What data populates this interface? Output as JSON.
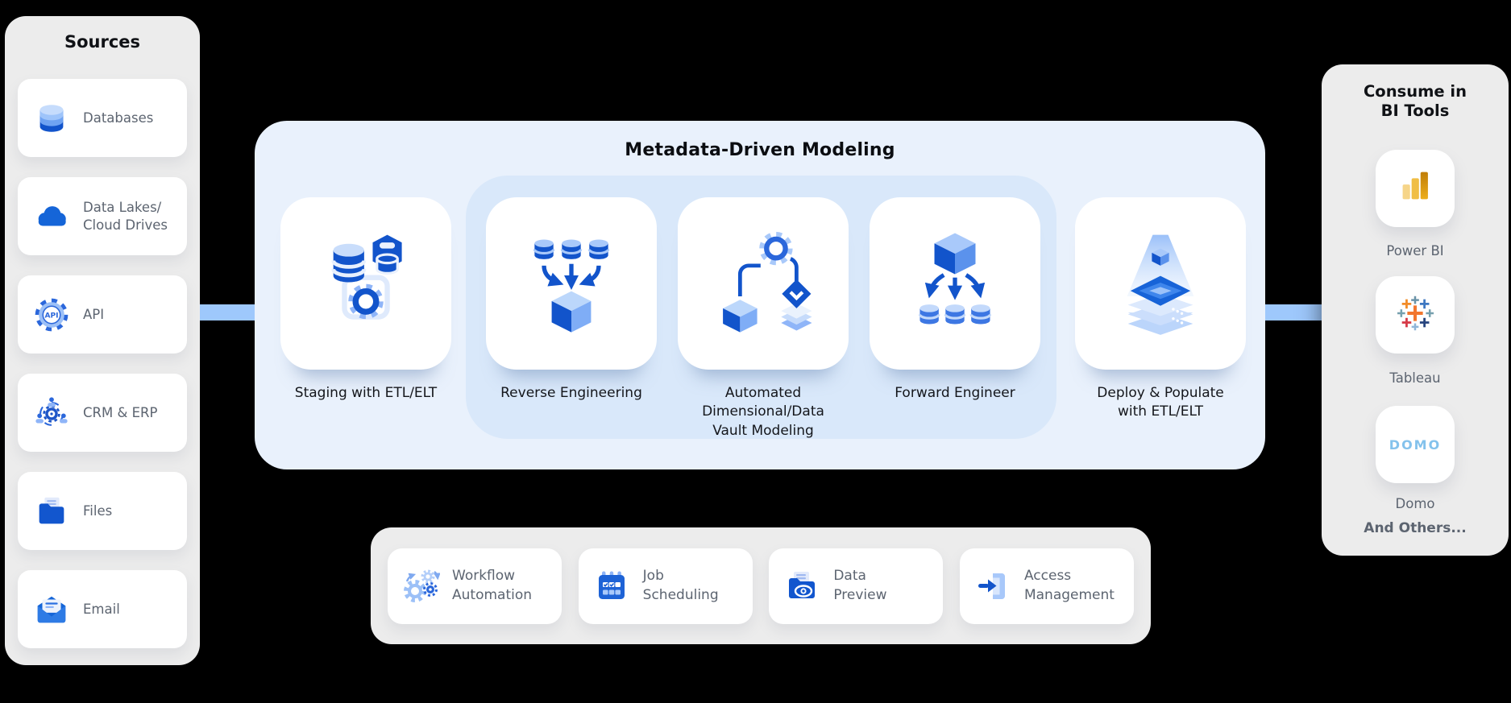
{
  "colors": {
    "background": "#000000",
    "panel_gray": "#ECECEC",
    "card_white": "#FFFFFF",
    "panel_blue": "#E9F1FC",
    "panel_blue_inner": "#D9E8FA",
    "connector_blue": "#9EC8FC",
    "brand_blue": "#1254CB",
    "brand_blue_light": "#8FB5F8",
    "text_dark": "#14161B",
    "text_gray": "#5C6470",
    "domo_blue": "#84C2EC"
  },
  "sources": {
    "title": "Sources",
    "items": [
      {
        "label": "Databases",
        "icon": "databases-icon"
      },
      {
        "label": "Data Lakes/\nCloud Drives",
        "icon": "data-lakes-cloud-icon"
      },
      {
        "label": "API",
        "icon": "api-icon"
      },
      {
        "label": "CRM & ERP",
        "icon": "crm-erp-icon"
      },
      {
        "label": "Files",
        "icon": "files-icon"
      },
      {
        "label": "Email",
        "icon": "email-icon"
      }
    ]
  },
  "modeling": {
    "title": "Metadata-Driven Modeling",
    "steps": [
      {
        "label": "Staging with ETL/ELT",
        "icon": "staging-etl-icon"
      },
      {
        "label": "Reverse Engineering",
        "icon": "reverse-engineering-icon"
      },
      {
        "label": "Automated\nDimensional/Data\nVault Modeling",
        "icon": "dimensional-modeling-icon"
      },
      {
        "label": "Forward Engineer",
        "icon": "forward-engineer-icon"
      },
      {
        "label": "Deploy & Populate\nwith ETL/ELT",
        "icon": "deploy-populate-icon"
      }
    ]
  },
  "bi_tools": {
    "title": "Consume in\nBI Tools",
    "tools": [
      {
        "label": "Power BI",
        "icon": "power-bi-icon"
      },
      {
        "label": "Tableau",
        "icon": "tableau-icon"
      },
      {
        "label": "Domo",
        "icon": "domo-icon",
        "logo_text": "DOMO"
      }
    ],
    "footer": "And Others..."
  },
  "features": {
    "items": [
      {
        "label": "Workflow\nAutomation",
        "icon": "workflow-automation-icon"
      },
      {
        "label": "Job\nScheduling",
        "icon": "job-scheduling-icon"
      },
      {
        "label": "Data\nPreview",
        "icon": "data-preview-icon"
      },
      {
        "label": "Access\nManagement",
        "icon": "access-management-icon"
      }
    ]
  }
}
